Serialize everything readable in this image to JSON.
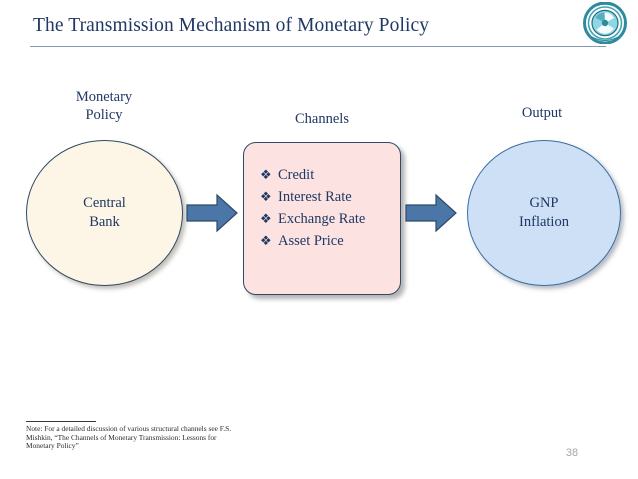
{
  "slide": {
    "title": "The Transmission Mechanism of Monetary Policy",
    "page_number": "38"
  },
  "logo": {
    "name": "institution-seal",
    "ring_color": "#2E8B9E",
    "center_color": "#7FD3E0",
    "glyph": "three-blade-pinwheel"
  },
  "diagram": {
    "type": "flow",
    "stages": [
      {
        "caption": "Monetary\nPolicy",
        "caption_line1": "Monetary",
        "caption_line2": "Policy",
        "shape": "ellipse",
        "label_line1": "Central",
        "label_line2": "Bank",
        "fill": "#FDF6E6",
        "stroke": "#2E4A66"
      },
      {
        "caption": "Channels",
        "shape": "rounded-rectangle",
        "fill": "#FCE3E1",
        "stroke": "#2E4A66",
        "bullet_glyph": "❖",
        "items": [
          "Credit",
          "Interest Rate",
          "Exchange Rate",
          "Asset Price"
        ]
      },
      {
        "caption": "Output",
        "shape": "ellipse",
        "label_line1": "GNP",
        "label_line2": "Inflation",
        "fill": "#CDE0F5",
        "stroke": "#3A6EA5"
      }
    ],
    "arrows": [
      {
        "name": "arrow-policy-to-channels",
        "direction": "right",
        "fill": "#4A76A8",
        "stroke": "#2E4A66"
      },
      {
        "name": "arrow-channels-to-output",
        "direction": "right",
        "fill": "#4A76A8",
        "stroke": "#2E4A66"
      }
    ]
  },
  "footnote": {
    "line1": "Note: For a detailed discussion of various structural channels see F.S.",
    "line2": "Mishkin, “The Channels of Monetary Transmission: Lessons for",
    "line3": "Monetary Policy”"
  },
  "colors": {
    "title_text": "#1F3864",
    "rule": "#8496B0",
    "accent_blue": "#4A76A8",
    "page_number": "#A6A6A6"
  }
}
